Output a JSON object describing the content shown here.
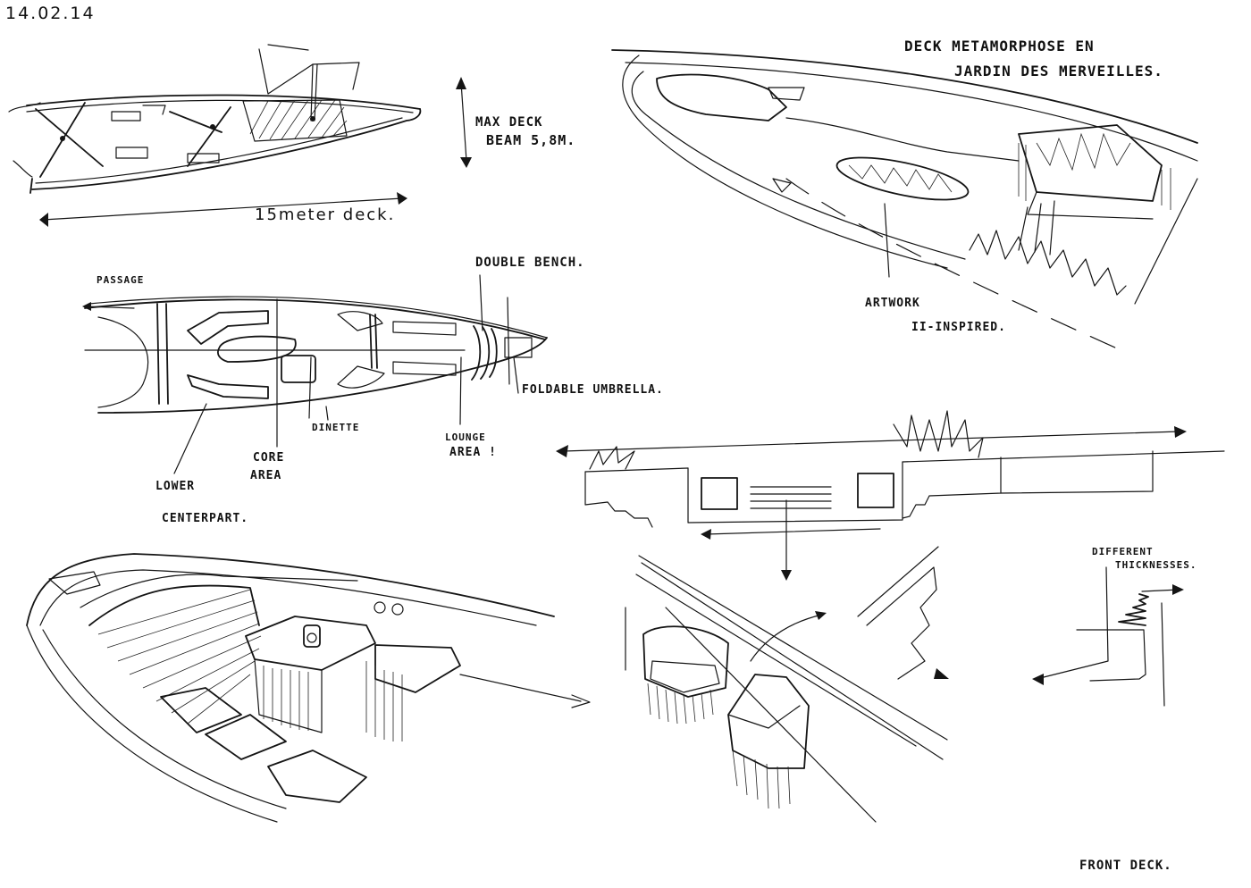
{
  "sheet": {
    "date": "14.02.14",
    "title_line1": "DECK METAMORPHOSE EN",
    "title_line2": "JARDIN DES MERVEILLES.",
    "footer": "FRONT DECK."
  },
  "sketch_top_left": {
    "beam_label_line1": "MAX DECK",
    "beam_label_line2": "BEAM 5,8M.",
    "length_label": "15meter deck."
  },
  "sketch_plan": {
    "passage": "PASSAGE",
    "double_bench": "DOUBLE BENCH.",
    "foldable_umbrella": "FOLDABLE UMBRELLA.",
    "dinette": "DINETTE",
    "lounge_area_line1": "LOUNGE",
    "lounge_area_line2": "AREA !",
    "core_area_line1": "CORE",
    "core_area_line2": "AREA",
    "lower_centerpart_line1": "LOWER",
    "lower_centerpart_line2": "CENTERPART."
  },
  "sketch_perspective_right": {
    "artwork_line1": "ARTWORK",
    "artwork_line2": "II-INSPIRED."
  },
  "sketch_section": {
    "thickness_line1": "DIFFERENT",
    "thickness_line2": "THICKNESSES."
  }
}
